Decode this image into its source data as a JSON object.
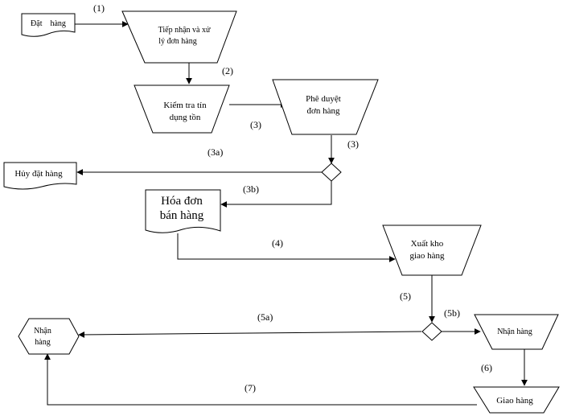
{
  "nodes": {
    "dat_hang": "Đặt    hàng",
    "tiep_nhan_1": "Tiếp nhận và xử",
    "tiep_nhan_2": "lý đơn hàng",
    "kiem_tra_1": "Kiểm tra tín",
    "kiem_tra_2": "dụng tồn",
    "phe_duyet_1": "Phê duyệt",
    "phe_duyet_2": "đơn hàng",
    "huy_dat_hang": "Hủy đặt hàng",
    "hoa_don_1": "Hóa đơn",
    "hoa_don_2": "bán hàng",
    "xuat_kho_1": "Xuất kho",
    "xuat_kho_2": "giao hàng",
    "nhan_hang_left_1": "Nhận",
    "nhan_hang_left_2": "hàng",
    "nhan_hang_right": "Nhận hàng",
    "giao_hang": "Giao hàng"
  },
  "edges": {
    "e1": "(1)",
    "e2": "(2)",
    "e3a": "(3)",
    "e3b": "(3)",
    "e3a_branch": "(3a)",
    "e3b_branch": "(3b)",
    "e4": "(4)",
    "e5": "(5)",
    "e5a": "(5a)",
    "e5b": "(5b)",
    "e6": "(6)",
    "e7": "(7)"
  }
}
